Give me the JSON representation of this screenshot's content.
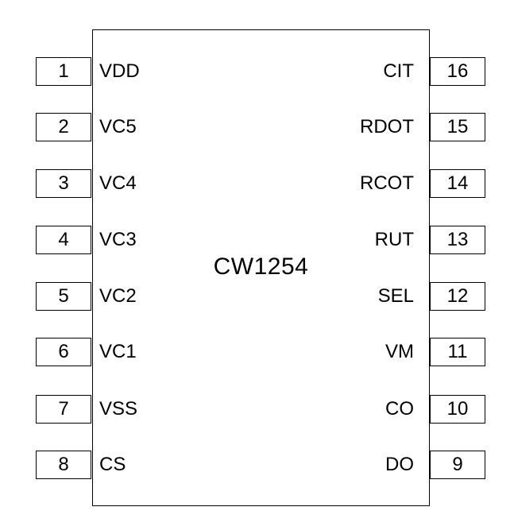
{
  "chip": {
    "name": "CW1254"
  },
  "left_pins": [
    {
      "number": "1",
      "label": "VDD"
    },
    {
      "number": "2",
      "label": "VC5"
    },
    {
      "number": "3",
      "label": "VC4"
    },
    {
      "number": "4",
      "label": "VC3"
    },
    {
      "number": "5",
      "label": "VC2"
    },
    {
      "number": "6",
      "label": "VC1"
    },
    {
      "number": "7",
      "label": "VSS"
    },
    {
      "number": "8",
      "label": "CS"
    }
  ],
  "right_pins": [
    {
      "number": "16",
      "label": "CIT"
    },
    {
      "number": "15",
      "label": "RDOT"
    },
    {
      "number": "14",
      "label": "RCOT"
    },
    {
      "number": "13",
      "label": "RUT"
    },
    {
      "number": "12",
      "label": "SEL"
    },
    {
      "number": "11",
      "label": "VM"
    },
    {
      "number": "10",
      "label": "CO"
    },
    {
      "number": "9",
      "label": "DO"
    }
  ]
}
